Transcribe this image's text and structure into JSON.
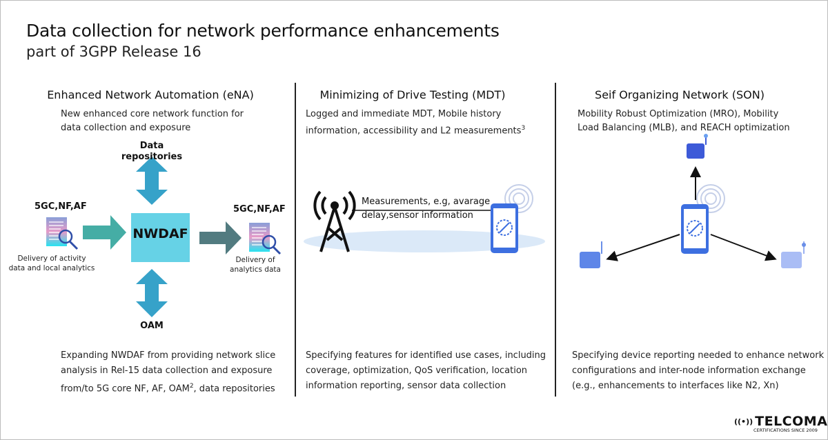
{
  "title": "Data collection for network performance enhancements",
  "subtitle": "part of 3GPP Release 16",
  "columns": [
    {
      "heading": "Enhanced Network Automation (eNA)",
      "desc": [
        "New enhanced core network function for",
        "data collection and exposure"
      ],
      "bottom": [
        "Expanding NWDAF from providing network slice",
        "analysis in Rel-15 data collection and exposure",
        "from/to 5G core NF, AF, OAM",
        "2",
        ", data repositories"
      ]
    },
    {
      "heading": "Minimizing of Drive Testing (MDT)",
      "desc": [
        "Logged and immediate MDT, Mobile history",
        "information, accessibility and L2 measurements",
        "3"
      ],
      "bottom": [
        "Specifying features for identified use cases, including",
        "coverage, optimization, QoS verification, location",
        "information reporting, sensor data collection"
      ]
    },
    {
      "heading": "Seif Organizing Network (SON)",
      "desc": [
        "Mobility Robust Optimization (MRO), Mobility",
        "Load Balancing (MLB), and REACH optimization"
      ],
      "bottom": [
        "Specifying device reporting needed to enhance network",
        "configurations and inter-node information exchange",
        "(e.g., enhancements to interfaces like N2, Xn)"
      ]
    }
  ],
  "ena_diagram": {
    "data_repositories": "Data repositories",
    "left_source": "5GC,NF,AF",
    "left_caption": [
      "Delivery of activity",
      "data and local analytics"
    ],
    "center": "NWDAF",
    "right_target": "5GC,NF,AF",
    "right_caption": [
      "Delivery of",
      "analytics data"
    ],
    "oam": "OAM"
  },
  "mdt_diagram": {
    "measurement_label": [
      "Measurements, e.g, avarage",
      "delay,sensor information"
    ]
  },
  "logo": {
    "name": "TELCOMA",
    "tagline": "CERTIFICATIONS SINCE 2009"
  },
  "colors": {
    "nwdaf_box": "#66d2e6",
    "arrow_blue": "#36a2c9",
    "arrow_teal": "#45ada5",
    "arrow_slate": "#527b80",
    "device_blue": "#3d6fe0"
  }
}
